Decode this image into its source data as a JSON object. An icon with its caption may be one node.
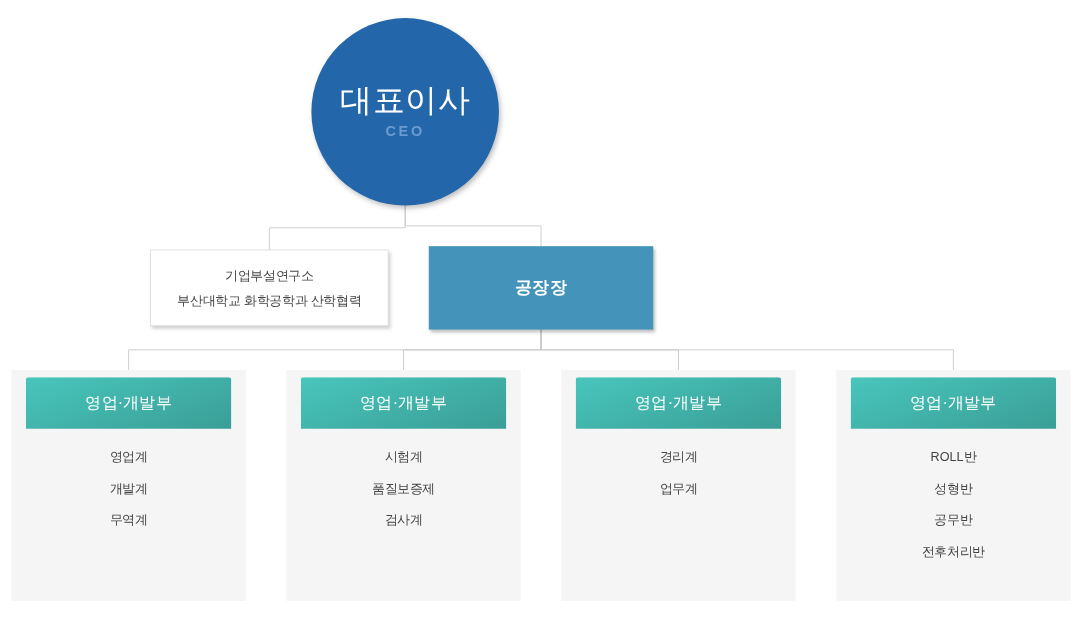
{
  "diagram": {
    "nodes": [
      {
        "text": [
          "대표이사",
          "CEO"
        ]
      },
      {
        "text": [
          "기업부설연구소",
          "부산대학교 화학공학과 산학협력"
        ]
      },
      {
        "text": [
          "공장장"
        ]
      },
      {
        "text": [
          "영업·개발부",
          "영업계",
          "개발계",
          "무역계"
        ]
      },
      {
        "text": [
          "영업·개발부",
          "시험계",
          "품질보증제",
          "검사계"
        ]
      },
      {
        "text": [
          "영업·개발부",
          "경리계",
          "업무계"
        ]
      },
      {
        "text": [
          "영업·개발부",
          "ROLL반",
          "성형반",
          "공무반",
          "전후처리반"
        ]
      }
    ],
    "edges": [
      {
        "from": 0,
        "to": 1,
        "arrow": "none"
      },
      {
        "from": 0,
        "to": 2,
        "arrow": "none"
      },
      {
        "from": 2,
        "to": 3,
        "arrow": "none"
      },
      {
        "from": 2,
        "to": 4,
        "arrow": "none"
      },
      {
        "from": 2,
        "to": 5,
        "arrow": "none"
      },
      {
        "from": 2,
        "to": 6,
        "arrow": "none"
      }
    ]
  }
}
